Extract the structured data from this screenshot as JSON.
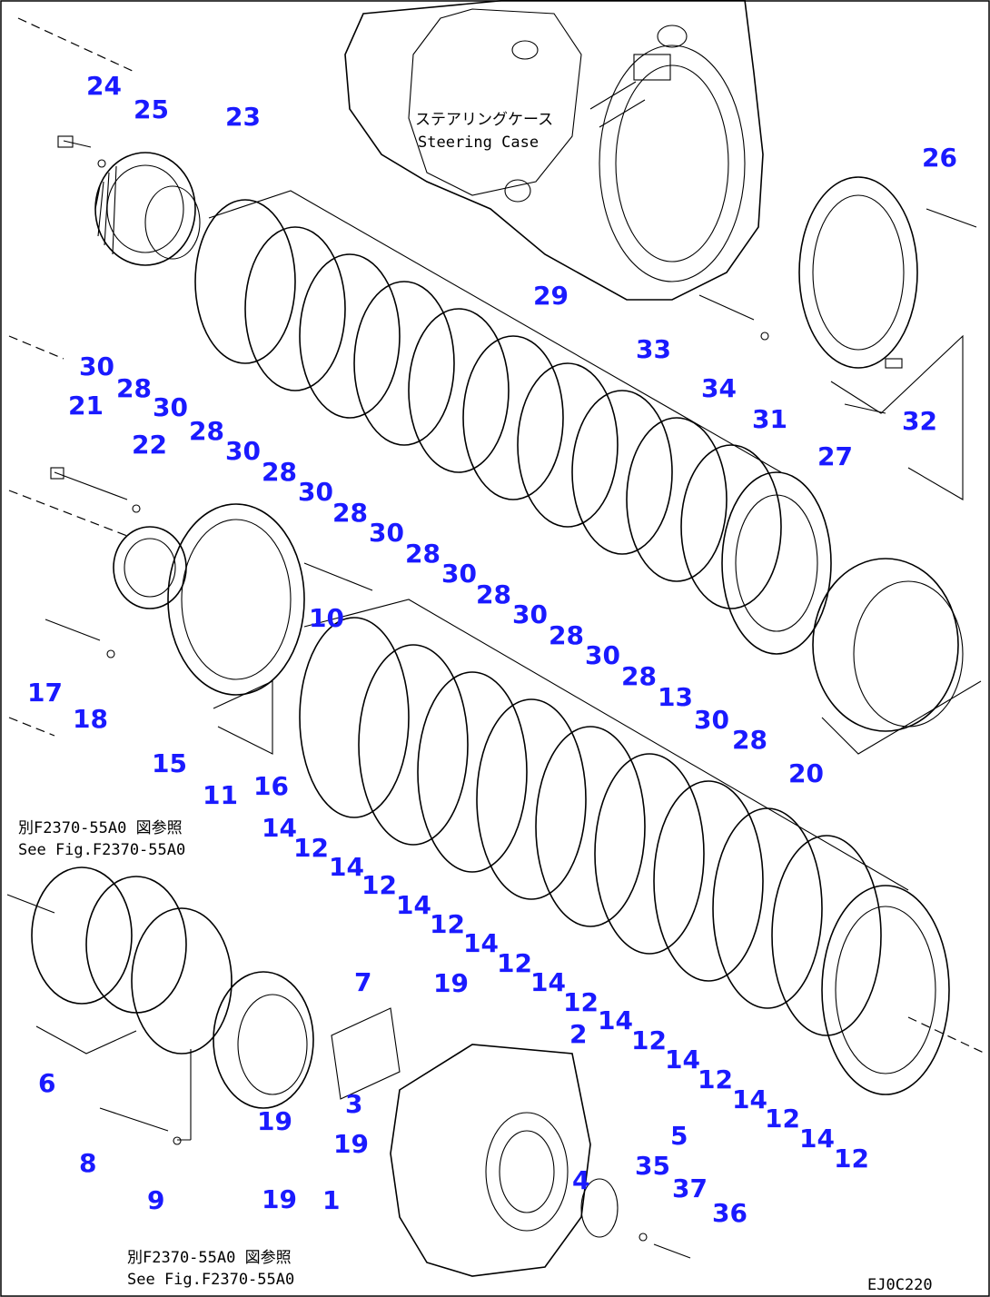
{
  "callouts": {
    "c24": "24",
    "c25": "25",
    "c23": "23",
    "c26": "26",
    "c29": "29",
    "c33": "33",
    "c34": "34",
    "c31": "31",
    "c32": "32",
    "c27": "27",
    "c21": "21",
    "c22": "22",
    "c10": "10",
    "c17": "17",
    "c18": "18",
    "c15": "15",
    "c16": "16",
    "c11": "11",
    "c13": "13",
    "c20": "20",
    "c6": "6",
    "c7": "7",
    "c8": "8",
    "c9": "9",
    "c1": "1",
    "c2": "2",
    "c3": "3",
    "c4": "4",
    "c5": "5",
    "c35": "35",
    "c36": "36",
    "c37": "37",
    "c30a": "30",
    "c28a": "28",
    "c30b": "30",
    "c28b": "28",
    "c30c": "30",
    "c28c": "28",
    "c30d": "30",
    "c28d": "28",
    "c30e": "30",
    "c28e": "28",
    "c30f": "30",
    "c28f": "28",
    "c30g": "30",
    "c28g": "28",
    "c30h": "30",
    "c28h": "28",
    "c30i": "30",
    "c28i": "28",
    "c14a": "14",
    "c12a": "12",
    "c14b": "14",
    "c12b": "12",
    "c14c": "14",
    "c12c": "12",
    "c14d": "14",
    "c12d": "12",
    "c14e": "14",
    "c12e": "12",
    "c14f": "14",
    "c12f": "12",
    "c14g": "14",
    "c12g": "12",
    "c14h": "14",
    "c12h": "12",
    "c14i": "14",
    "c12i": "12",
    "c19a": "19",
    "c19b": "19",
    "c19c": "19",
    "c19d": "19"
  },
  "notes": {
    "case_jp": "ステアリングケース",
    "case_en": "Steering Case",
    "ref1_jp": "別F2370-55A0 図参照",
    "ref1_en": "See Fig.F2370-55A0",
    "ref2_jp": "別F2370-55A0 図参照",
    "ref2_en": "See Fig.F2370-55A0",
    "drawing_id": "EJ0C220"
  }
}
